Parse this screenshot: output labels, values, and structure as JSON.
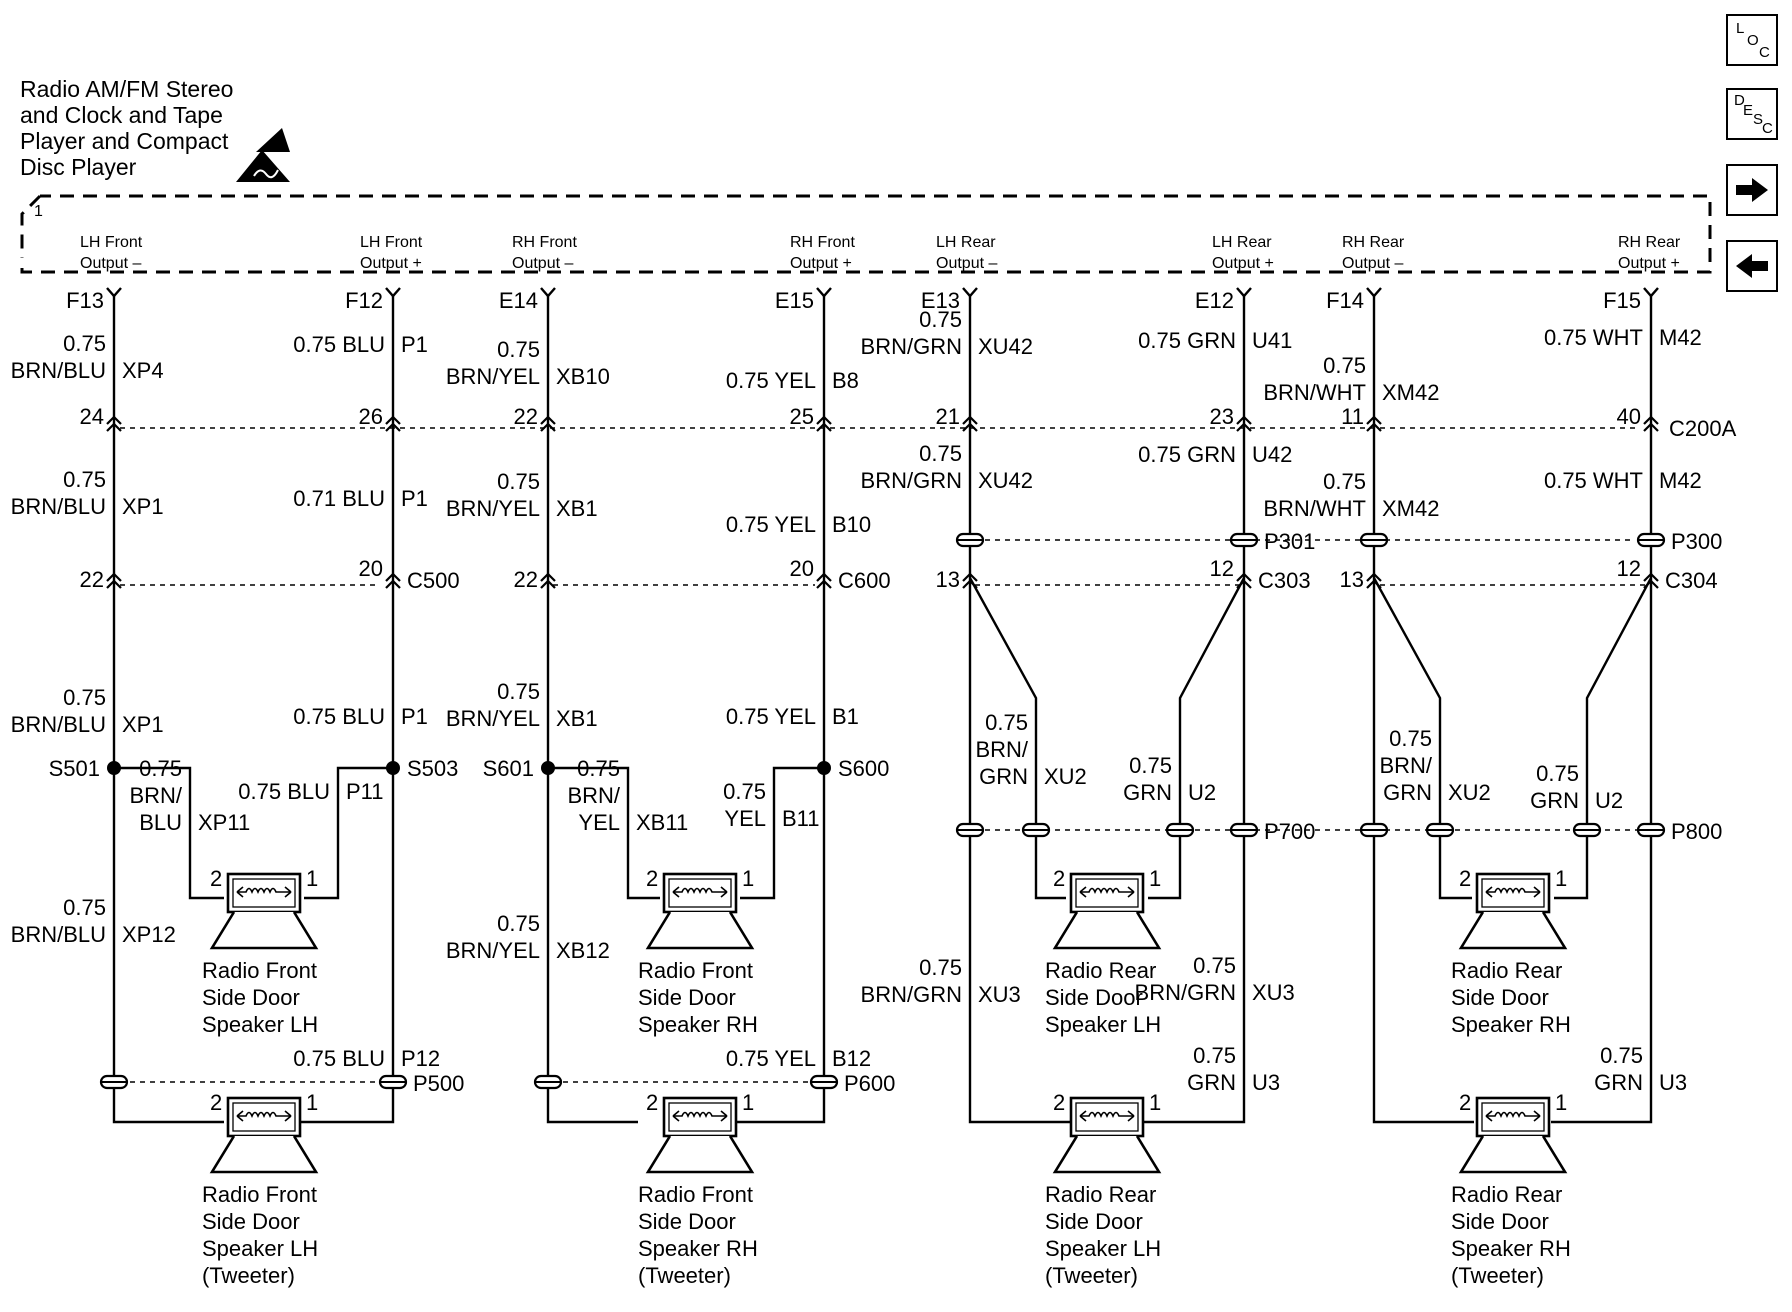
{
  "title_lines": [
    "Radio AM/FM Stereo",
    "and Clock and Tape",
    "Player and Compact",
    "Disc Player"
  ],
  "nav": {
    "loc": [
      "L",
      "O",
      "C"
    ],
    "desc": [
      "D",
      "E",
      "S",
      "C"
    ],
    "next_icon": "arrow-right-icon",
    "prev_icon": "arrow-left-icon"
  },
  "module_pin": "1",
  "outputs": [
    {
      "name": [
        "LH Front",
        "Output –"
      ],
      "pin": "F13"
    },
    {
      "name": [
        "LH Front",
        "Output +"
      ],
      "pin": "F12"
    },
    {
      "name": [
        "RH Front",
        "Output –"
      ],
      "pin": "E14"
    },
    {
      "name": [
        "RH Front",
        "Output +"
      ],
      "pin": "E15"
    },
    {
      "name": [
        "LH Rear",
        "Output –"
      ],
      "pin": "E13"
    },
    {
      "name": [
        "LH Rear",
        "Output +"
      ],
      "pin": "E12"
    },
    {
      "name": [
        "RH Rear",
        "Output –"
      ],
      "pin": "F14"
    },
    {
      "name": [
        "RH Rear",
        "Output +"
      ],
      "pin": "F15"
    }
  ],
  "wire_labels": [
    {
      "lines": [
        "0.75",
        "BRN/BLU"
      ],
      "circuit": "XP4"
    },
    {
      "lines": [
        "0.75 BLU"
      ],
      "circuit": "P1"
    },
    {
      "lines": [
        "0.75",
        "BRN/YEL"
      ],
      "circuit": "XB10"
    },
    {
      "lines": [
        "0.75 YEL"
      ],
      "circuit": "B8"
    },
    {
      "lines": [
        "0.75",
        "BRN/GRN"
      ],
      "circuit": "XU42"
    },
    {
      "lines": [
        "0.75 GRN"
      ],
      "circuit": "U41"
    },
    {
      "lines": [
        "0.75",
        "BRN/WHT"
      ],
      "circuit": "XM42"
    },
    {
      "lines": [
        "0.75 WHT"
      ],
      "circuit": "M42"
    },
    {
      "lines": [
        "0.75",
        "BRN/BLU"
      ],
      "circuit": "XP1"
    },
    {
      "lines": [
        "0.71 BLU"
      ],
      "circuit": "P1"
    },
    {
      "lines": [
        "0.75",
        "BRN/YEL"
      ],
      "circuit": "XB1"
    },
    {
      "lines": [
        "0.75 YEL"
      ],
      "circuit": "B10"
    },
    {
      "lines": [
        "0.75",
        "BRN/GRN"
      ],
      "circuit": "XU42"
    },
    {
      "lines": [
        "0.75 GRN"
      ],
      "circuit": "U42"
    },
    {
      "lines": [
        "0.75",
        "BRN/WHT"
      ],
      "circuit": "XM42"
    },
    {
      "lines": [
        "0.75 WHT"
      ],
      "circuit": "M42"
    },
    {
      "lines": [
        "0.75",
        "BRN/BLU"
      ],
      "circuit": "XP1"
    },
    {
      "lines": [
        "0.75 BLU"
      ],
      "circuit": "P1"
    },
    {
      "lines": [
        "0.75",
        "BRN/YEL"
      ],
      "circuit": "XB1"
    },
    {
      "lines": [
        "0.75 YEL"
      ],
      "circuit": "B1"
    },
    {
      "lines": [
        "0.75",
        "BRN/",
        "BLU"
      ],
      "circuit": "XP11"
    },
    {
      "lines": [
        "0.75 BLU"
      ],
      "circuit": "P11"
    },
    {
      "lines": [
        "0.75",
        "BRN/",
        "YEL"
      ],
      "circuit": "XB11"
    },
    {
      "lines": [
        "0.75",
        "YEL"
      ],
      "circuit": "B11"
    },
    {
      "lines": [
        "0.75",
        "BRN/",
        "GRN"
      ],
      "circuit": "XU2"
    },
    {
      "lines": [
        "0.75",
        "GRN"
      ],
      "circuit": "U2"
    },
    {
      "lines": [
        "0.75",
        "BRN/",
        "GRN"
      ],
      "circuit": "XU2"
    },
    {
      "lines": [
        "0.75",
        "GRN"
      ],
      "circuit": "U2"
    },
    {
      "lines": [
        "0.75",
        "BRN/BLU"
      ],
      "circuit": "XP12"
    },
    {
      "lines": [
        "0.75",
        "BRN/YEL"
      ],
      "circuit": "XB12"
    },
    {
      "lines": [
        "0.75",
        "BRN/GRN"
      ],
      "circuit": "XU3"
    },
    {
      "lines": [
        "0.75",
        "BRN/GRN"
      ],
      "circuit": "XU3"
    },
    {
      "lines": [
        "0.75 BLU"
      ],
      "circuit": "P12"
    },
    {
      "lines": [
        "0.75 YEL"
      ],
      "circuit": "B12"
    },
    {
      "lines": [
        "0.75",
        "GRN"
      ],
      "circuit": "U3"
    },
    {
      "lines": [
        "0.75",
        "GRN"
      ],
      "circuit": "U3"
    }
  ],
  "connectors": [
    {
      "name": "C200A",
      "pins": [
        "24",
        "26",
        "22",
        "25",
        "21",
        "23",
        "11",
        "40"
      ]
    },
    {
      "name": "C500",
      "pins": [
        "22",
        "20"
      ]
    },
    {
      "name": "C600",
      "pins": [
        "22",
        "20"
      ]
    },
    {
      "name": "C303",
      "pins": [
        "13",
        "12"
      ]
    },
    {
      "name": "C304",
      "pins": [
        "13",
        "12"
      ]
    },
    {
      "name": "P301"
    },
    {
      "name": "P300"
    },
    {
      "name": "P700"
    },
    {
      "name": "P800"
    },
    {
      "name": "P500"
    },
    {
      "name": "P600"
    }
  ],
  "splices": [
    "S501",
    "S503",
    "S601",
    "S600"
  ],
  "speakers": [
    {
      "name": [
        "Radio Front",
        "Side Door",
        "Speaker LH"
      ],
      "pins": [
        "2",
        "1"
      ]
    },
    {
      "name": [
        "Radio Front",
        "Side Door",
        "Speaker RH"
      ],
      "pins": [
        "2",
        "1"
      ]
    },
    {
      "name": [
        "Radio Rear",
        "Side Door",
        "Speaker LH"
      ],
      "pins": [
        "2",
        "1"
      ]
    },
    {
      "name": [
        "Radio Rear",
        "Side Door",
        "Speaker RH"
      ],
      "pins": [
        "2",
        "1"
      ]
    },
    {
      "name": [
        "Radio Front",
        "Side Door",
        "Speaker LH",
        "(Tweeter)"
      ],
      "pins": [
        "2",
        "1"
      ]
    },
    {
      "name": [
        "Radio Front",
        "Side Door",
        "Speaker RH",
        "(Tweeter)"
      ],
      "pins": [
        "2",
        "1"
      ]
    },
    {
      "name": [
        "Radio Rear",
        "Side Door",
        "Speaker LH",
        "(Tweeter)"
      ],
      "pins": [
        "2",
        "1"
      ]
    },
    {
      "name": [
        "Radio Rear",
        "Side Door",
        "Speaker RH",
        "(Tweeter)"
      ],
      "pins": [
        "2",
        "1"
      ]
    }
  ]
}
